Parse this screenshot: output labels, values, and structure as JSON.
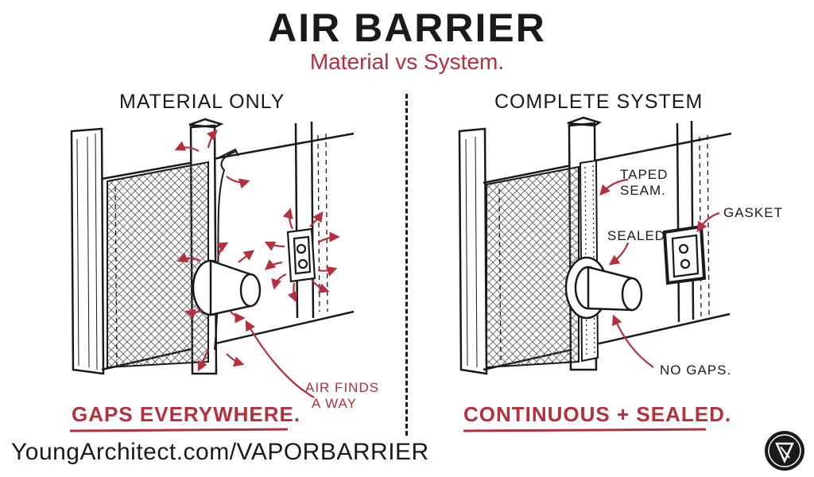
{
  "header": {
    "title": "AIR BARRIER",
    "subtitle": "Material vs System."
  },
  "panels": {
    "left": {
      "heading": "MATERIAL ONLY",
      "annotation_line1": "AIR FINDS",
      "annotation_line2": "A WAY",
      "caption": "GAPS EVERYWHERE."
    },
    "right": {
      "heading": "COMPLETE SYSTEM",
      "taped_line1": "TAPED",
      "taped_line2": "SEAM.",
      "gasket": "GASKET",
      "sealed": "SEALED",
      "no_gaps": "NO GAPS.",
      "caption": "CONTINUOUS + SEALED."
    }
  },
  "footer": {
    "url": "YoungArchitect.com/VAPORBARRIER"
  },
  "colors": {
    "ink": "#1a1a1a",
    "accent": "#b3303f"
  },
  "icons": {
    "logo": "young-architect-logo-icon",
    "arrows": "air-leak-arrow-icon"
  }
}
